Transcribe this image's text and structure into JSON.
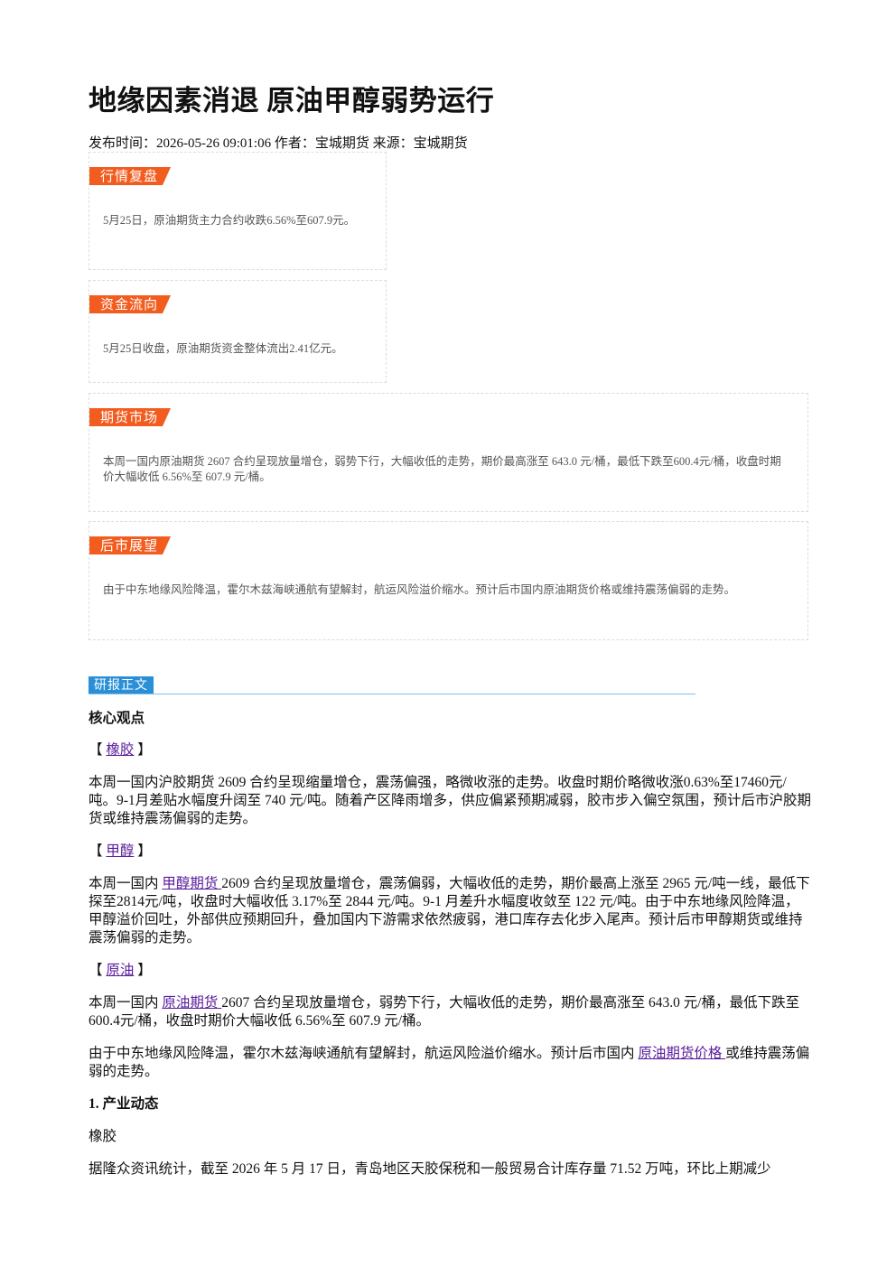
{
  "article": {
    "title": "地缘因素消退 原油甲醇弱势运行",
    "meta": "发布时间：2026-05-26 09:01:06 作者：宝城期货 来源：宝城期货"
  },
  "cards": {
    "review": {
      "tag": "行情复盘",
      "text": "5月25日，原油期货主力合约收跌6.56%至607.9元。"
    },
    "flow": {
      "tag": "资金流向",
      "text": "5月25日收盘，原油期货资金整体流出2.41亿元。"
    },
    "market": {
      "tag": "期货市场",
      "text": "本周一国内原油期货 2607 合约呈现放量增仓，弱势下行，大幅收低的走势，期价最高涨至 643.0 元/桶，最低下跌至600.4元/桶，收盘时期价大幅收低 6.56%至 607.9 元/桶。"
    },
    "outlook": {
      "tag": "后市展望",
      "text": "由于中东地缘风险降温，霍尔木兹海峡通航有望解封，航运风险溢价缩水。预计后市国内原油期货价格或维持震荡偏弱的走势。"
    }
  },
  "report": {
    "section_tag": "研报正文",
    "core_heading": "核心观点",
    "bracket_open": "【",
    "bracket_close": "】",
    "rubber": {
      "link": "橡胶",
      "para": "本周一国内沪胶期货 2609 合约呈现缩量增仓，震荡偏强，略微收涨的走势。收盘时期价略微收涨0.63%至17460元/吨。9-1月差贴水幅度升阔至 740 元/吨。随着产区降雨增多，供应偏紧预期减弱，胶市步入偏空氛围，预计后市沪胶期货或维持震荡偏弱的走势。"
    },
    "methanol": {
      "link": "甲醇",
      "para_pre": "本周一国内 ",
      "para_link": "甲醇期货 ",
      "para_post": "2609 合约呈现放量增仓，震荡偏弱，大幅收低的走势，期价最高上涨至 2965 元/吨一线，最低下探至2814元/吨，收盘时大幅收低 3.17%至 2844 元/吨。9-1 月差升水幅度收敛至 122 元/吨。由于中东地缘风险降温，甲醇溢价回吐，外部供应预期回升，叠加国内下游需求依然疲弱，港口库存去化步入尾声。预计后市甲醇期货或维持震荡偏弱的走势。"
    },
    "crude": {
      "link": "原油",
      "para1_pre": "本周一国内 ",
      "para1_link": "原油期货 ",
      "para1_post": "2607 合约呈现放量增仓，弱势下行，大幅收低的走势，期价最高涨至 643.0 元/桶，最低下跌至600.4元/桶，收盘时期价大幅收低 6.56%至 607.9 元/桶。",
      "para2_pre": "由于中东地缘风险降温，霍尔木兹海峡通航有望解封，航运风险溢价缩水。预计后市国内 ",
      "para2_link": "原油期货价格 ",
      "para2_post": "或维持震荡偏弱的走势。"
    },
    "industry_heading": "1. 产业动态",
    "industry_sub": "橡胶",
    "industry_para": "据隆众资讯统计，截至 2026 年 5 月 17 日，青岛地区天胶保税和一般贸易合计库存量 71.52 万吨，环比上期减少"
  }
}
